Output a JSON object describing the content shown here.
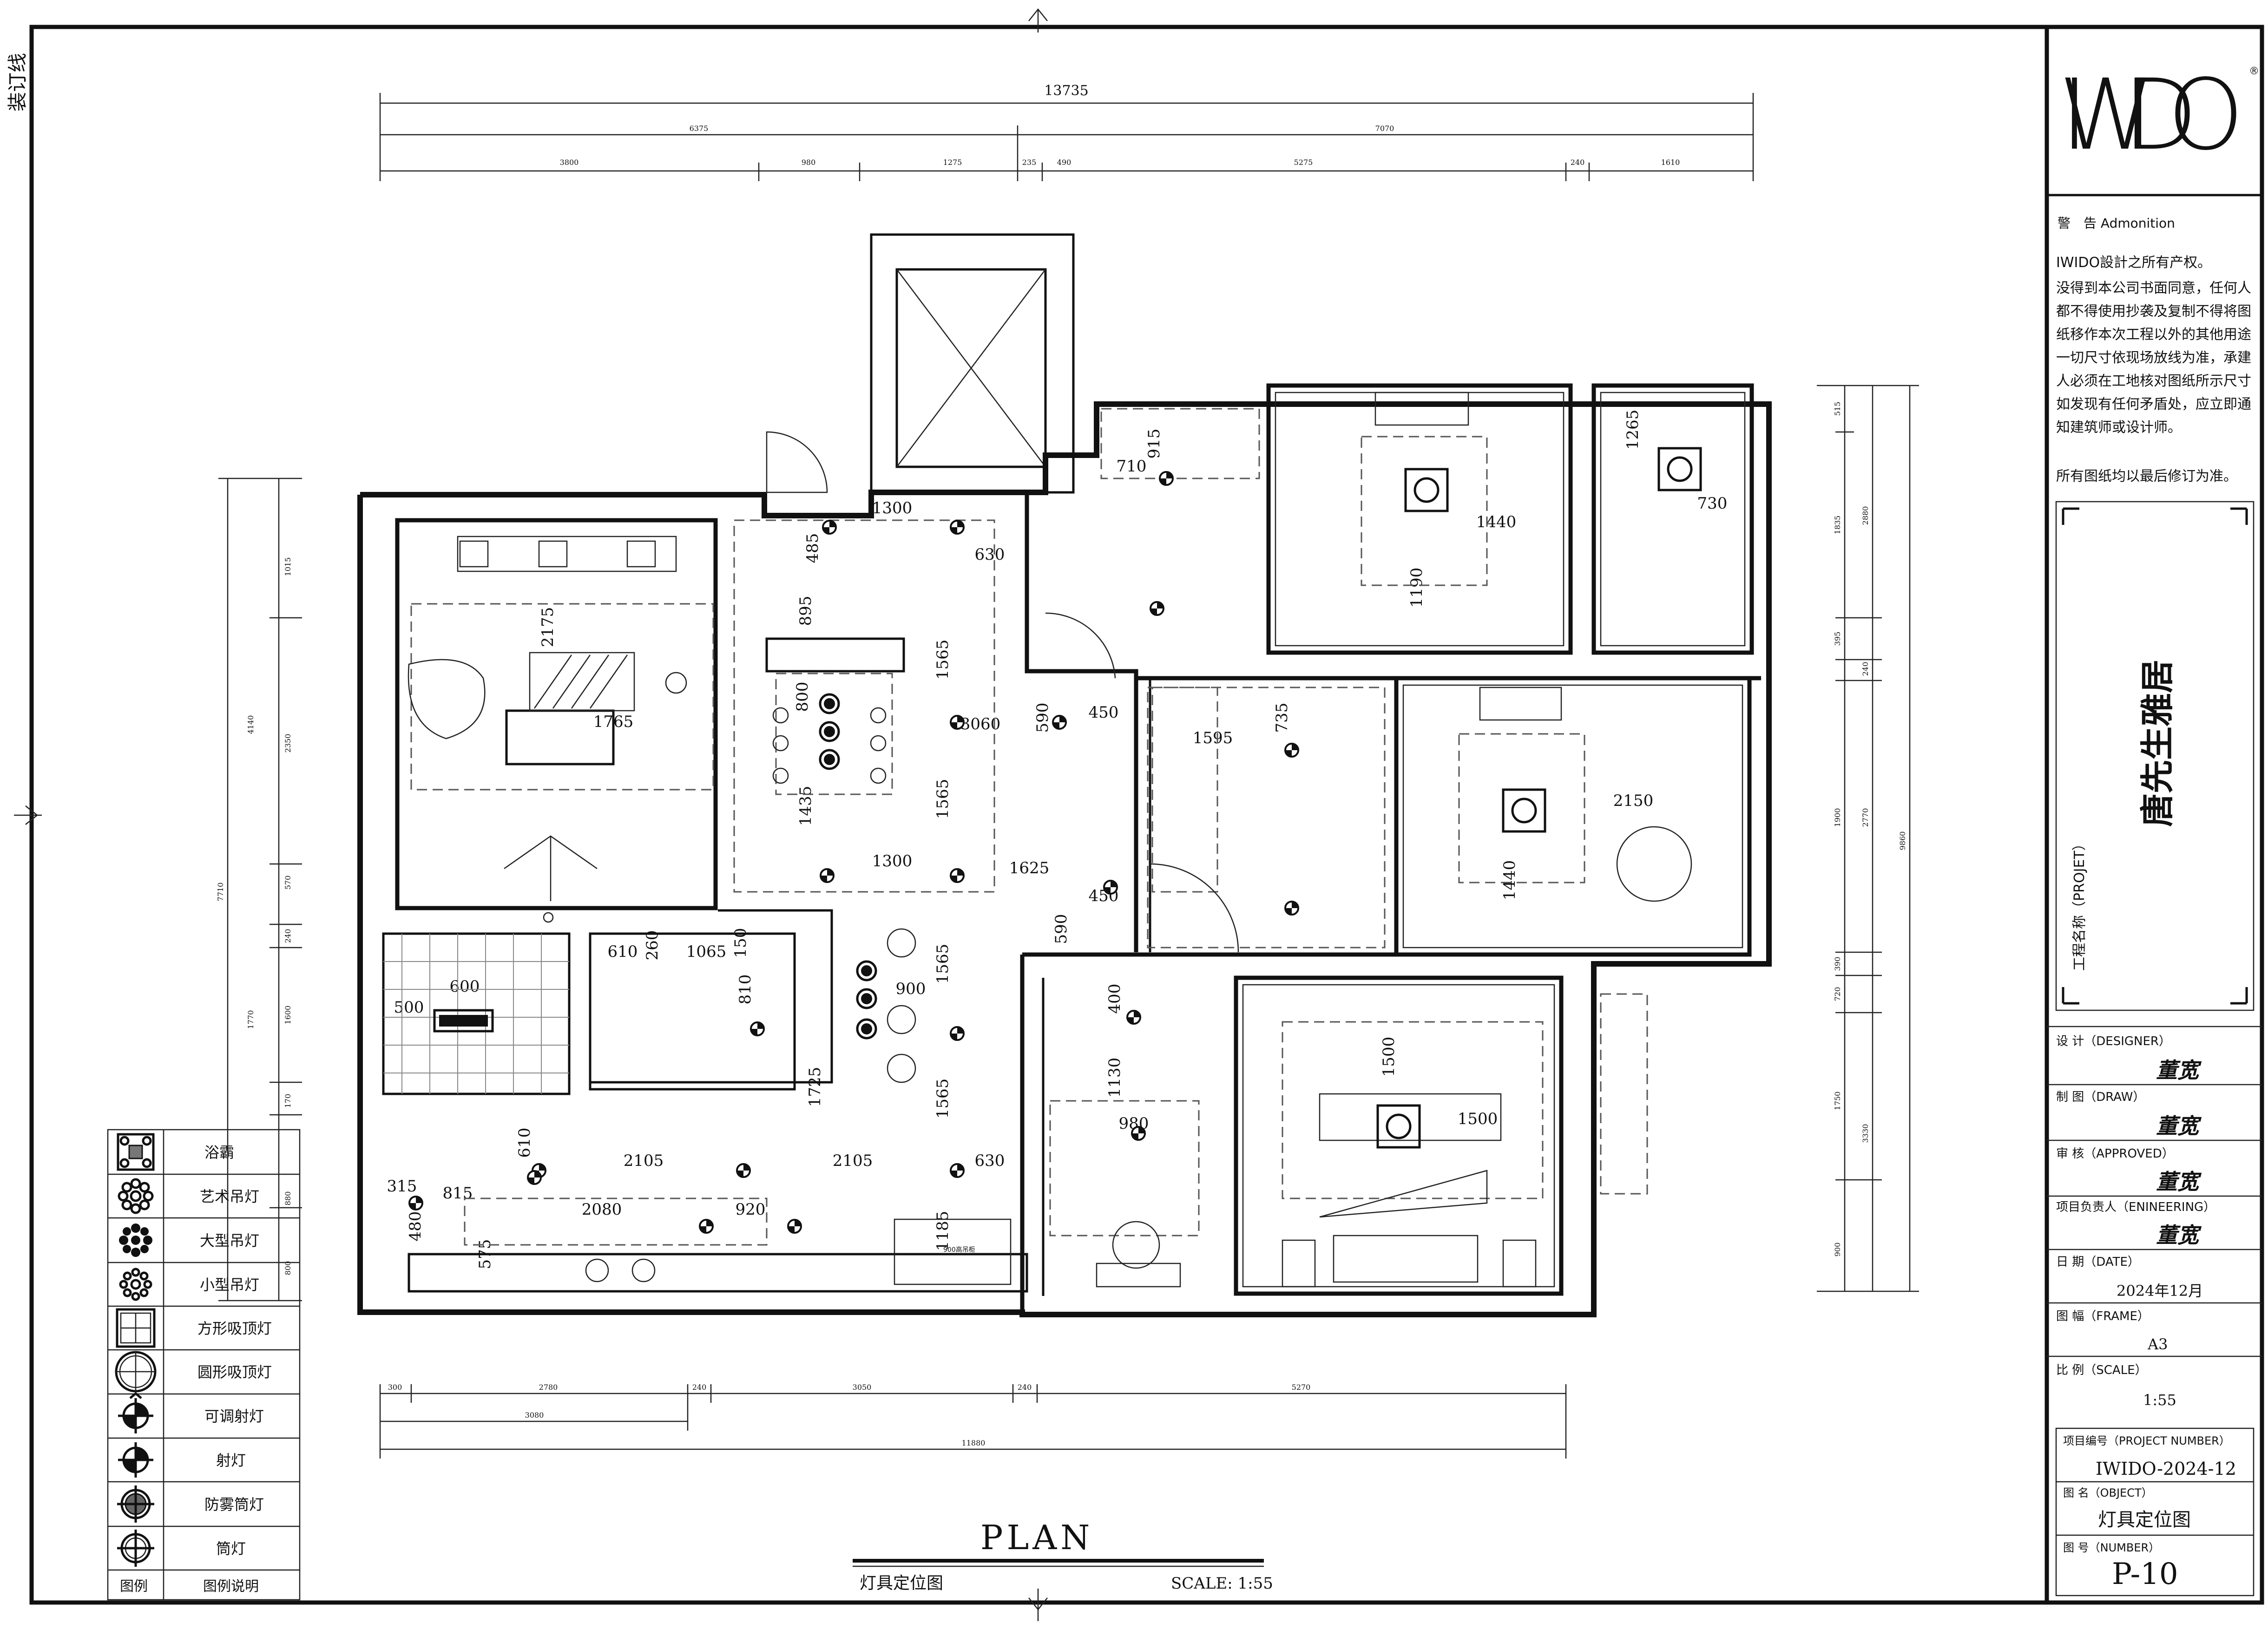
{
  "binding_label": "装订线",
  "brand": {
    "logo": "IWIDO"
  },
  "admonition": {
    "header": "警　告 Admonition",
    "body_lines": [
      "IWIDO設計之所有产权。",
      "没得到本公司书面同意，任何人",
      "都不得使用抄袭及复制不得将图",
      "纸移作本次工程以外的其他用途",
      "一切尺寸依现场放线为准，承建",
      "人必须在工地核对图纸所示尺寸",
      "如发现有任何矛盾处，应立即通",
      "知建筑师或设计师。"
    ],
    "footer": "所有图纸均以最后修订为准。"
  },
  "project": {
    "label": "工程名称（PROJET）",
    "name": "唐先生雅居"
  },
  "title_block": {
    "designer_label": "设 计（DESIGNER）",
    "designer_sig": "董宽",
    "draw_label": "制 图（DRAW）",
    "draw_sig": "董宽",
    "approved_label": "审 核（APPROVED）",
    "approved_sig": "董宽",
    "engineering_label": "项目负责人（ENINEERING）",
    "engineering_sig": "董宽",
    "date_label": "日 期（DATE）",
    "date": "2024年12月",
    "frame_label": "图 幅（FRAME）",
    "frame": "A3",
    "scale_label": "比 例（SCALE）",
    "scale": "1:55",
    "project_number_label": "项目编号（PROJECT NUMBER）",
    "project_number": "IWIDO-2024-12",
    "object_label": "图 名（OBJECT）",
    "object": "灯具定位图",
    "number_label": "图 号（NUMBER）",
    "number": "P-10"
  },
  "plan": {
    "title": "PLAN",
    "subtitle": "灯具定位图",
    "scale": "SCALE: 1:55"
  },
  "legend": {
    "col_symbol": "图例",
    "col_desc": "图例说明",
    "items": [
      {
        "icon": "bath-heater-icon",
        "label": "浴霸"
      },
      {
        "icon": "art-chandelier-icon",
        "label": "艺术吊灯"
      },
      {
        "icon": "large-chandelier-icon",
        "label": "大型吊灯"
      },
      {
        "icon": "small-chandelier-icon",
        "label": "小型吊灯"
      },
      {
        "icon": "square-ceiling-light-icon",
        "label": "方形吸顶灯"
      },
      {
        "icon": "round-ceiling-light-icon",
        "label": "圆形吸顶灯"
      },
      {
        "icon": "adjustable-spotlight-icon",
        "label": "可调射灯"
      },
      {
        "icon": "spotlight-icon",
        "label": "射灯"
      },
      {
        "icon": "fog-proof-downlight-icon",
        "label": "防雾筒灯"
      },
      {
        "icon": "downlight-icon",
        "label": "筒灯"
      }
    ]
  },
  "dimensions": {
    "top_total": "13735",
    "top_mid": [
      "6375",
      "7070"
    ],
    "top_detail": [
      "3800",
      "980",
      "1275",
      "235",
      "490",
      "5275",
      "240",
      "1610"
    ],
    "bottom_detail": [
      "300",
      "2780",
      "240",
      "3050",
      "240",
      "5270"
    ],
    "bottom_mid": "3080",
    "bottom_total": "11880",
    "left_total": "7710",
    "left_detail": [
      "1015",
      "4140",
      "2350",
      "570",
      "240",
      "1770",
      "1600",
      "170",
      "880",
      "800"
    ],
    "right_total": "9860",
    "right_detail": [
      "515",
      "1835",
      "2880",
      "395",
      "240",
      "1900",
      "2770",
      "390",
      "720",
      "1750",
      "3330",
      "900"
    ],
    "interior": [
      "2175",
      "1765",
      "1300",
      "630",
      "485",
      "895",
      "1565",
      "800",
      "3060",
      "1435",
      "1565",
      "1300",
      "1625",
      "590",
      "450",
      "590",
      "450",
      "1565",
      "900",
      "150",
      "810",
      "610",
      "260",
      "1065",
      "600",
      "500",
      "1725",
      "1565",
      "610",
      "2105",
      "2105",
      "630",
      "315",
      "815",
      "480",
      "2080",
      "920",
      "575",
      "1185",
      "915",
      "710",
      "1440",
      "1190",
      "1265",
      "730",
      "735",
      "1595",
      "2150",
      "1440",
      "400",
      "1130",
      "980",
      "1500",
      "1500"
    ]
  },
  "small_labels": {
    "cabinet_note": "900高吊柜"
  }
}
